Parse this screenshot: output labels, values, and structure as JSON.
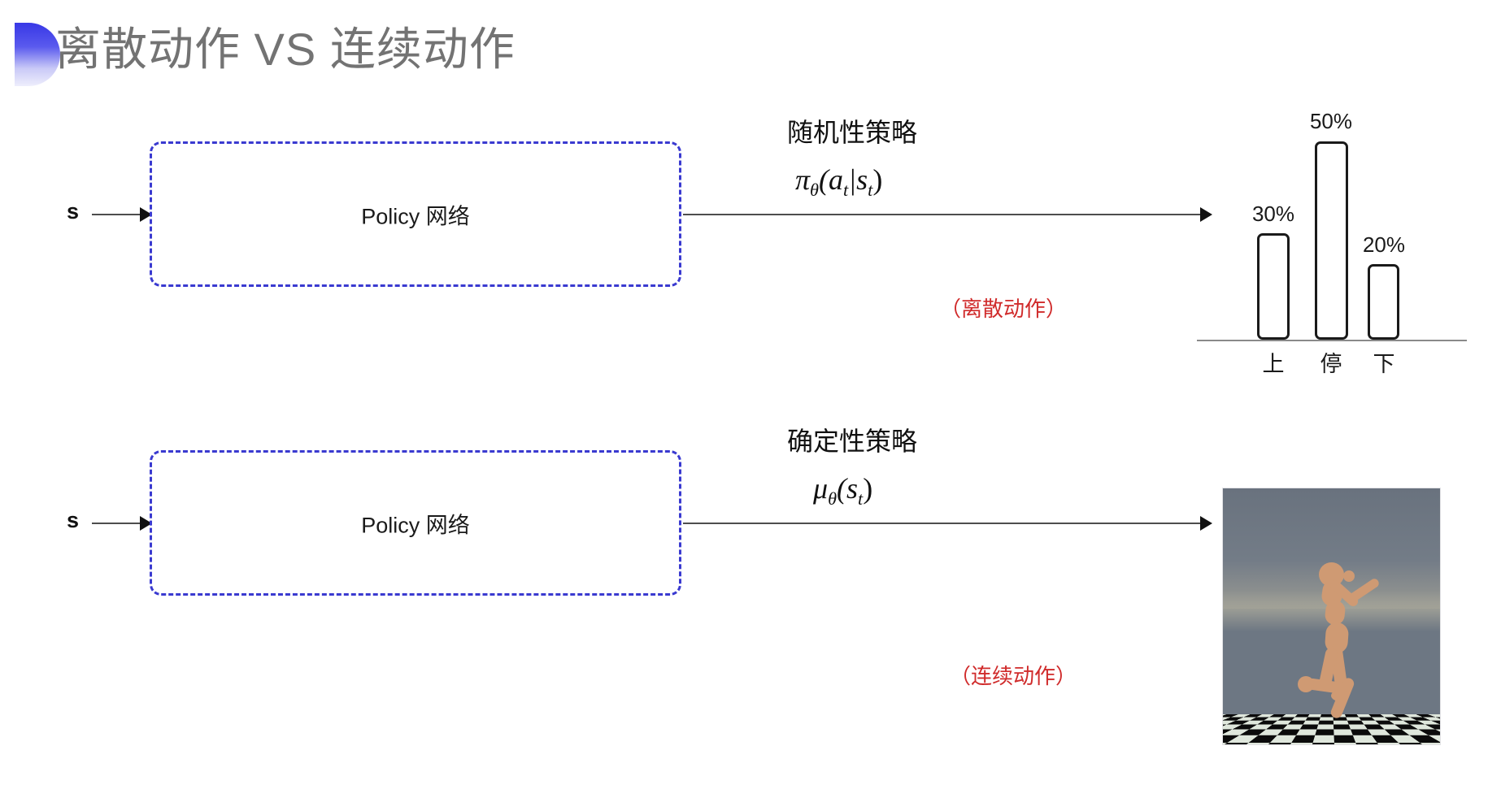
{
  "slide": {
    "title": "离散动作 VS 连续动作",
    "bullet_color": "#3838e6",
    "title_color": "#737373",
    "background": "#ffffff"
  },
  "rows": [
    {
      "id": "discrete",
      "input_label": "s",
      "box_label": "Policy 网络",
      "box_border_color": "#3a3ad0",
      "policy_kind": "随机性策略",
      "formula_pi": "π",
      "formula_theta": "θ",
      "formula_rest": "(a",
      "formula_sub_t1": "t",
      "formula_bar": "|s",
      "formula_sub_t2": "t",
      "formula_close": ")",
      "note": "（离散动作）",
      "note_color": "#d02b2b"
    },
    {
      "id": "continuous",
      "input_label": "s",
      "box_label": "Policy 网络",
      "box_border_color": "#3a3ad0",
      "policy_kind": "确定性策略",
      "formula_mu": "μ",
      "formula_theta": "θ",
      "formula_open": "(s",
      "formula_sub_t": "t",
      "formula_close": ")",
      "note": "（连续动作）",
      "note_color": "#d02b2b"
    }
  ],
  "chart_data": {
    "type": "bar",
    "title": "",
    "categories": [
      "上",
      "停",
      "下"
    ],
    "values": [
      30,
      50,
      20
    ],
    "value_labels": [
      "30%",
      "50%",
      "20%"
    ],
    "xlabel": "",
    "ylabel": "",
    "ylim": [
      0,
      60
    ],
    "grid": false,
    "legend": "none",
    "bar_fill": "#ffffff",
    "bar_stroke": "#1a1a1a",
    "axis_color": "#8a8a8a"
  },
  "simulation": {
    "name": "humanoid-mujoco-frame",
    "description": "MuJoCo 人形机器人仿真画面",
    "sky_color": "#6d7783",
    "body_color": "#cf9a73",
    "floor_light": "#dfe7dc",
    "floor_dark": "#0b0b0b"
  }
}
